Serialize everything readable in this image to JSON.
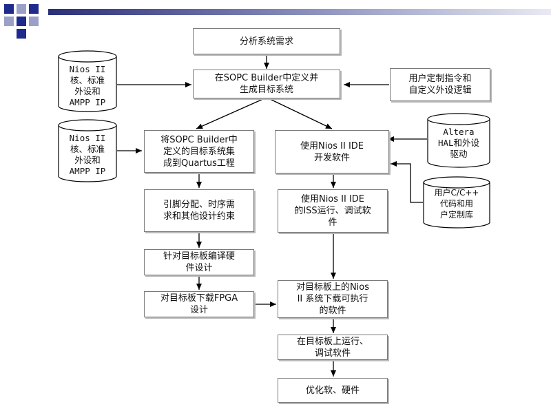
{
  "boxes": {
    "analyze": "分析系统需求",
    "define_sopc": "在SOPC Builder中定义并\n生成目标系统",
    "user_instr": "用户定制指令和\n自定义外设逻辑",
    "integrate_quartus": "将SOPC Builder中\n定义的目标系统集\n成到Quartus工程",
    "nios_ide_dev": "使用Nios II IDE\n开发软件",
    "pin_assign": "引脚分配、时序需\n求和其他设计约束",
    "iss_debug": "使用Nios II IDE\n的ISS运行、调试软\n件",
    "compile_hw": "针对目标板编译硬\n件设计",
    "download_fpga": "对目标板下载FPGA\n设计",
    "download_sw": "对目标板上的Nios\nII 系统下载可执行\n的软件",
    "run_debug": "在目标板上运行、\n调试软件",
    "optimize": "优化软、硬件"
  },
  "cylinders": {
    "nios_core_1": "Nios II\n核、标准\n外设和\nAMPP IP",
    "nios_core_2": "Nios II\n核、标准\n外设和\nAMPP IP",
    "altera_hal": "Altera\nHAL和外设\n驱动",
    "user_code": "用户C/C++\n代码和用\n户定制库"
  },
  "colors": {
    "corner_dark": "#1f2b8c",
    "corner_light": "#9aa0c8",
    "border": "#7a7a7a"
  }
}
